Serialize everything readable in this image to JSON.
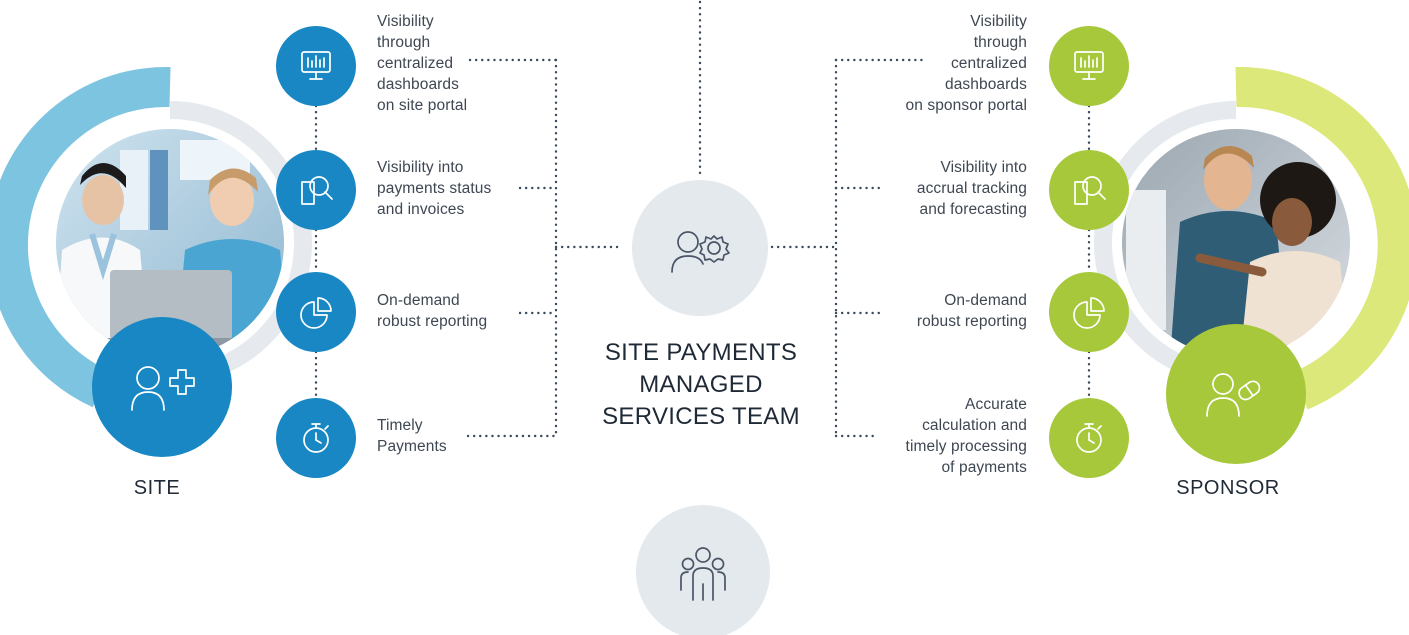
{
  "center": {
    "title": "SITE PAYMENTS\nMANAGED\nSERVICES TEAM",
    "icon_top": "team-settings-icon",
    "icon_bottom": "group-icon"
  },
  "site": {
    "name": "SITE",
    "color": "#1887c3",
    "ring_color": "#7dc4e0",
    "photo": "two healthcare workers at a laptop",
    "badge_icon": "person-plus-icon",
    "items": [
      {
        "label": "Visibility\nthrough\ncentralized\ndashboards\non site portal",
        "icon": "dashboard-monitor-icon"
      },
      {
        "label": "Visibility into\npayments status\nand invoices",
        "icon": "document-search-icon"
      },
      {
        "label": "On-demand\nrobust reporting",
        "icon": "pie-chart-icon"
      },
      {
        "label": "Timely\nPayments",
        "icon": "stopwatch-icon"
      }
    ]
  },
  "sponsor": {
    "name": "SPONSOR",
    "color": "#a6c83a",
    "ring_color": "#dde87a",
    "photo": "two colleagues looking at a screen",
    "badge_icon": "person-pill-icon",
    "items": [
      {
        "label": "Visibility\nthrough\ncentralized\ndashboards\non sponsor portal",
        "icon": "dashboard-monitor-icon"
      },
      {
        "label": "Visibility into\naccrual tracking\nand forecasting",
        "icon": "document-search-icon"
      },
      {
        "label": "On-demand\nrobust reporting",
        "icon": "pie-chart-icon"
      },
      {
        "label": "Accurate\ncalculation and\ntimely processing\nof payments",
        "icon": "stopwatch-icon"
      }
    ]
  },
  "colors": {
    "connector": "#3b4a5c",
    "center_circle": "#e4e9ee",
    "track": "#e6eaee"
  }
}
